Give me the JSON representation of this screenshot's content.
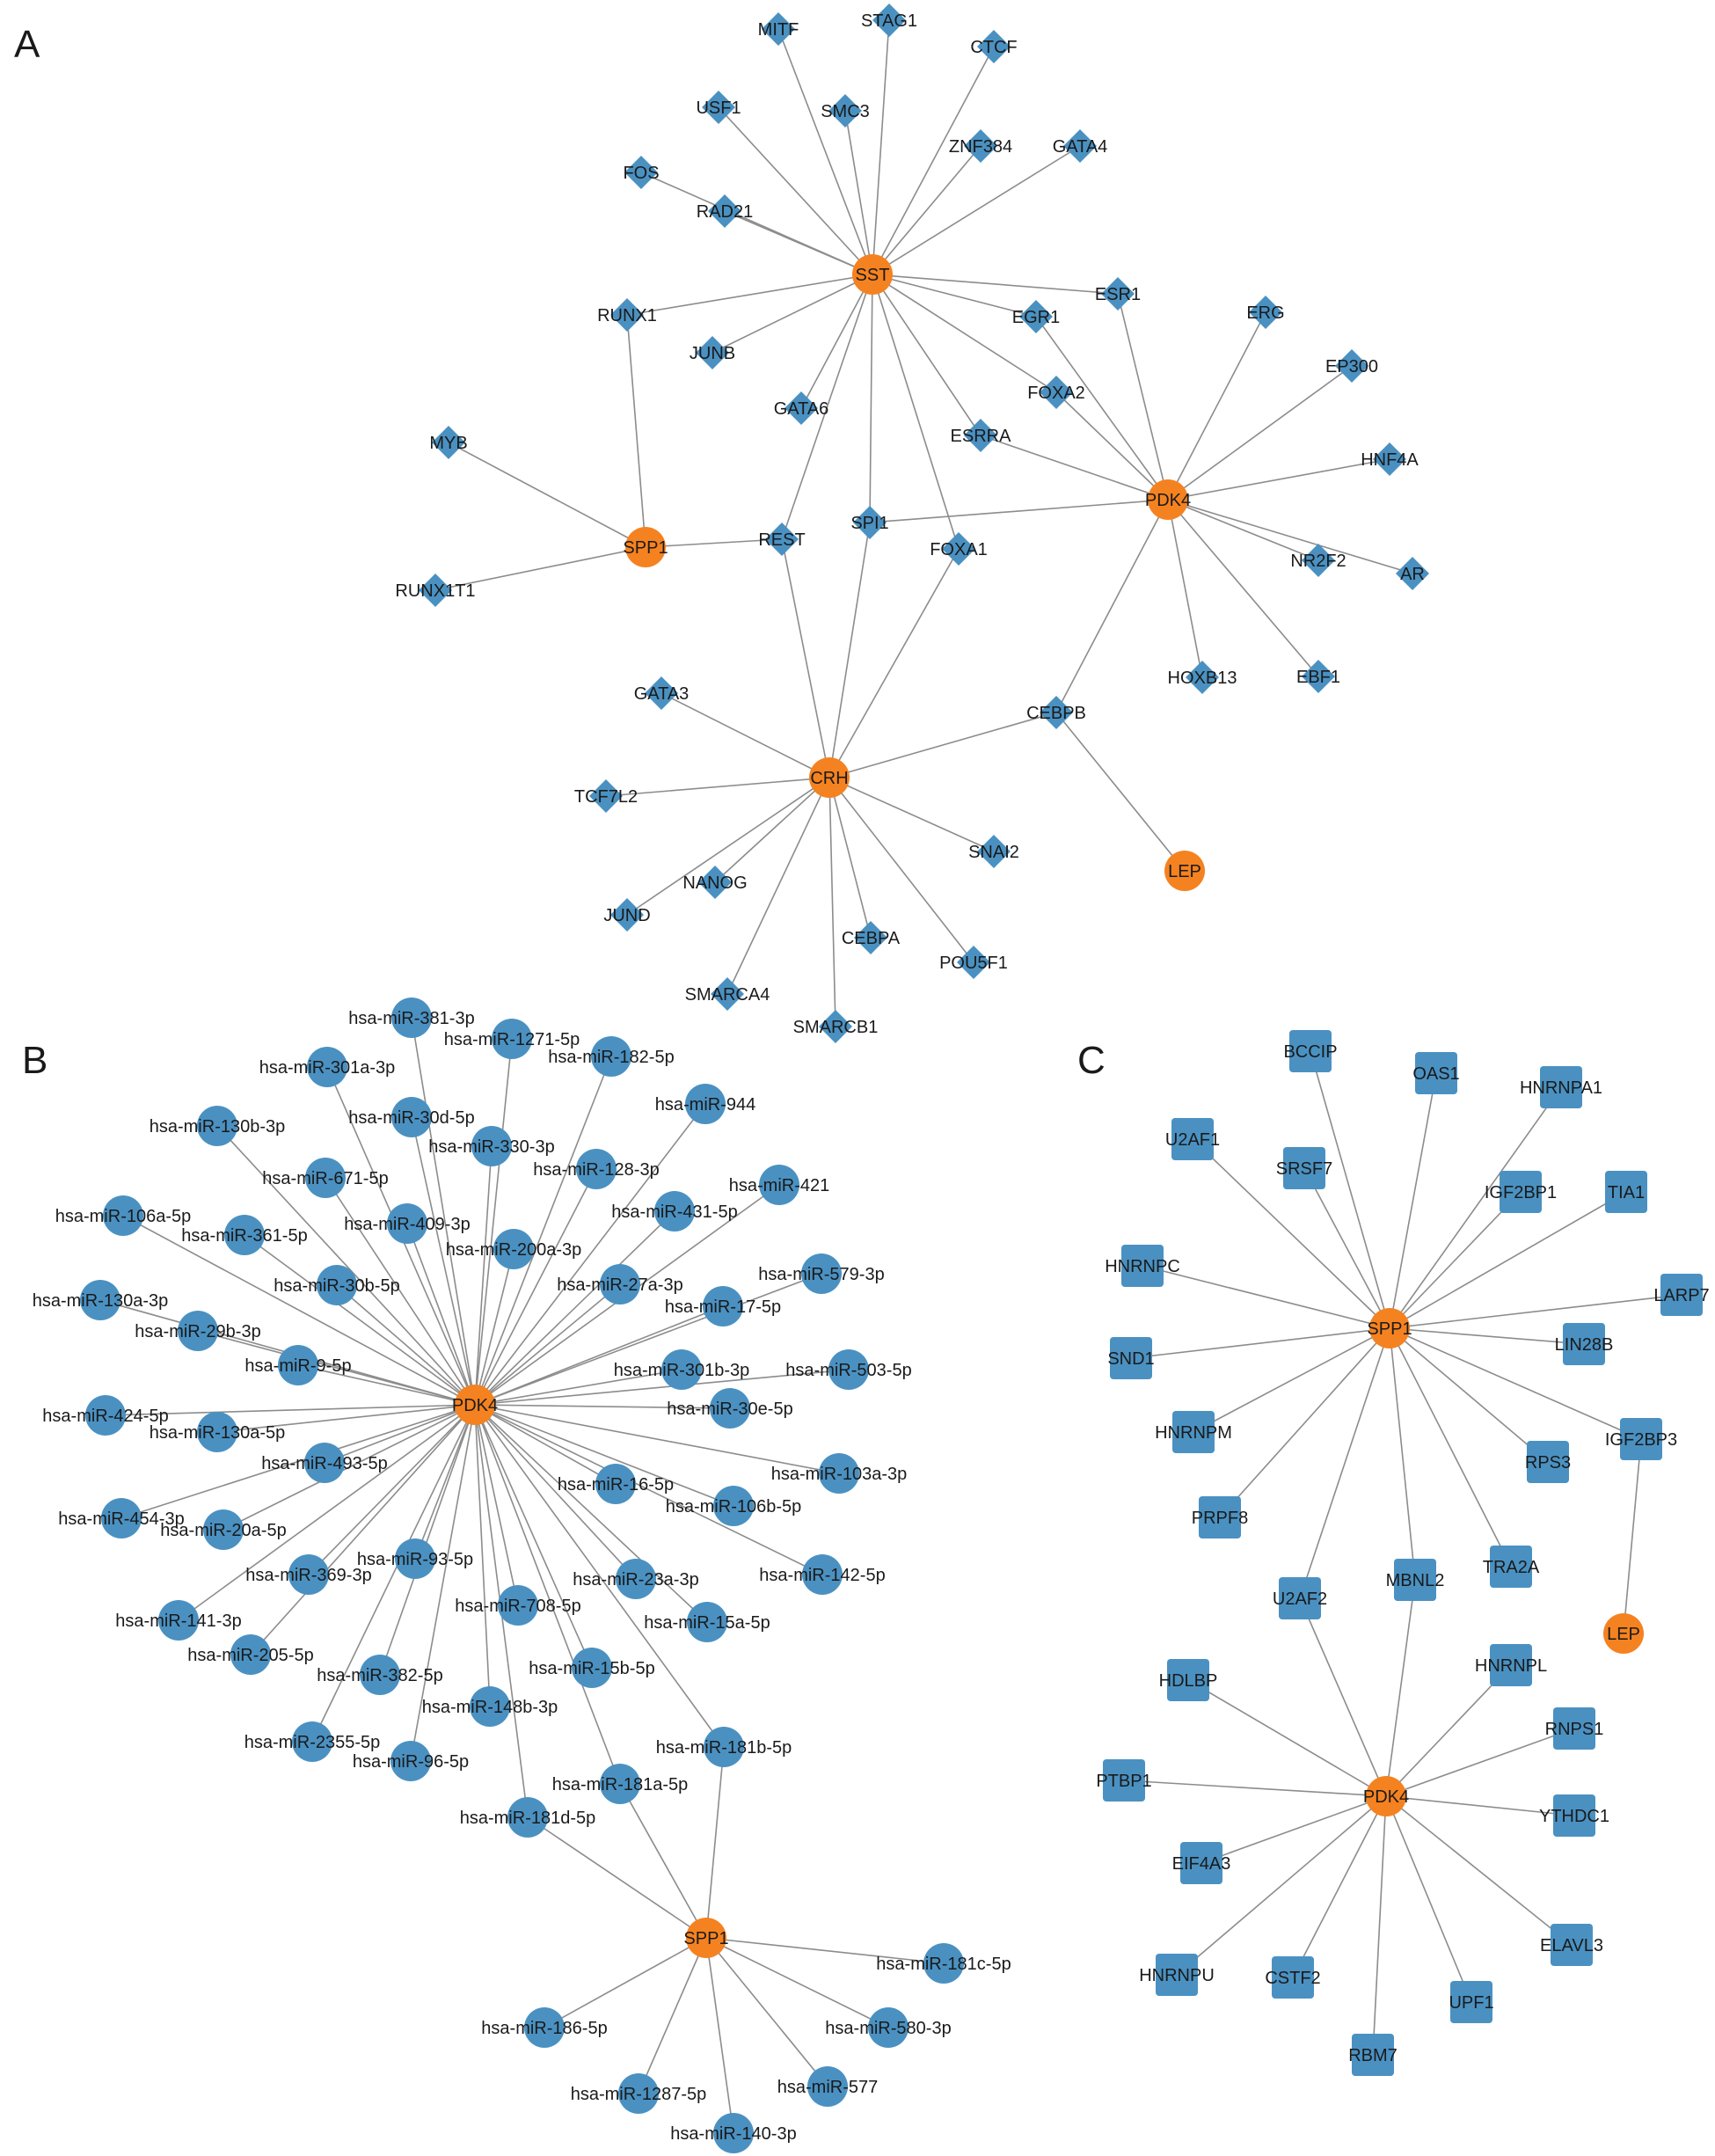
{
  "colors": {
    "gene": "#f58220",
    "factor": "#4a91c2",
    "edge": "#8c8c8c",
    "text": "#1a1a1a"
  },
  "panels": [
    {
      "id": "A",
      "label": "A",
      "shape": "diamond",
      "genes": [
        "SST",
        "PDK4",
        "SPP1",
        "CRH",
        "LEP"
      ],
      "factors": [
        "MITF",
        "STAG1",
        "CTCF",
        "USF1",
        "SMC3",
        "ZNF384",
        "GATA4",
        "FOS",
        "RAD21",
        "RUNX1",
        "JUNB",
        "EGR1",
        "ESR1",
        "ERG",
        "EP300",
        "FOXA2",
        "GATA6",
        "ESRRA",
        "HNF4A",
        "MYB",
        "REST",
        "SPI1",
        "FOXA1",
        "NR2F2",
        "AR",
        "RUNX1T1",
        "GATA3",
        "CEBPB",
        "HOXB13",
        "EBF1",
        "TCF7L2",
        "SNAI2",
        "NANOG",
        "JUND",
        "CEBPA",
        "POU5F1",
        "SMARCA4",
        "SMARCB1"
      ],
      "edges": [
        [
          "SST",
          "MITF"
        ],
        [
          "SST",
          "STAG1"
        ],
        [
          "SST",
          "CTCF"
        ],
        [
          "SST",
          "USF1"
        ],
        [
          "SST",
          "SMC3"
        ],
        [
          "SST",
          "ZNF384"
        ],
        [
          "SST",
          "GATA4"
        ],
        [
          "SST",
          "FOS"
        ],
        [
          "SST",
          "RAD21"
        ],
        [
          "SST",
          "RUNX1"
        ],
        [
          "SST",
          "JUNB"
        ],
        [
          "SST",
          "GATA6"
        ],
        [
          "SST",
          "EGR1"
        ],
        [
          "SST",
          "ESR1"
        ],
        [
          "SST",
          "FOXA2"
        ],
        [
          "SST",
          "ESRRA"
        ],
        [
          "SST",
          "REST"
        ],
        [
          "SST",
          "SPI1"
        ],
        [
          "SST",
          "FOXA1"
        ],
        [
          "PDK4",
          "EGR1"
        ],
        [
          "PDK4",
          "ESR1"
        ],
        [
          "PDK4",
          "ERG"
        ],
        [
          "PDK4",
          "EP300"
        ],
        [
          "PDK4",
          "FOXA2"
        ],
        [
          "PDK4",
          "ESRRA"
        ],
        [
          "PDK4",
          "HNF4A"
        ],
        [
          "PDK4",
          "NR2F2"
        ],
        [
          "PDK4",
          "AR"
        ],
        [
          "PDK4",
          "HOXB13"
        ],
        [
          "PDK4",
          "EBF1"
        ],
        [
          "PDK4",
          "CEBPB"
        ],
        [
          "PDK4",
          "SPI1"
        ],
        [
          "SPP1",
          "RUNX1"
        ],
        [
          "SPP1",
          "MYB"
        ],
        [
          "SPP1",
          "RUNX1T1"
        ],
        [
          "SPP1",
          "REST"
        ],
        [
          "CRH",
          "REST"
        ],
        [
          "CRH",
          "SPI1"
        ],
        [
          "CRH",
          "FOXA1"
        ],
        [
          "CRH",
          "GATA3"
        ],
        [
          "CRH",
          "TCF7L2"
        ],
        [
          "CRH",
          "NANOG"
        ],
        [
          "CRH",
          "JUND"
        ],
        [
          "CRH",
          "SMARCA4"
        ],
        [
          "CRH",
          "SMARCB1"
        ],
        [
          "CRH",
          "CEBPA"
        ],
        [
          "CRH",
          "POU5F1"
        ],
        [
          "CRH",
          "SNAI2"
        ],
        [
          "CRH",
          "CEBPB"
        ],
        [
          "LEP",
          "CEBPB"
        ]
      ]
    },
    {
      "id": "B",
      "label": "B",
      "shape": "circle",
      "genes": [
        "PDK4",
        "SPP1"
      ],
      "factors": [
        "hsa-miR-381-3p",
        "hsa-miR-1271-5p",
        "hsa-miR-182-5p",
        "hsa-miR-301a-3p",
        "hsa-miR-944",
        "hsa-miR-30d-5p",
        "hsa-miR-130b-3p",
        "hsa-miR-330-3p",
        "hsa-miR-128-3p",
        "hsa-miR-671-5p",
        "hsa-miR-421",
        "hsa-miR-431-5p",
        "hsa-miR-409-3p",
        "hsa-miR-106a-5p",
        "hsa-miR-361-5p",
        "hsa-miR-200a-3p",
        "hsa-miR-579-3p",
        "hsa-miR-30b-5p",
        "hsa-miR-27a-3p",
        "hsa-miR-130a-3p",
        "hsa-miR-17-5p",
        "hsa-miR-29b-3p",
        "hsa-miR-9-5p",
        "hsa-miR-301b-3p",
        "hsa-miR-503-5p",
        "hsa-miR-424-5p",
        "hsa-miR-30e-5p",
        "hsa-miR-130a-5p",
        "hsa-miR-493-5p",
        "hsa-miR-103a-3p",
        "hsa-miR-16-5p",
        "hsa-miR-454-3p",
        "hsa-miR-106b-5p",
        "hsa-miR-20a-5p",
        "hsa-miR-93-5p",
        "hsa-miR-369-3p",
        "hsa-miR-23a-3p",
        "hsa-miR-142-5p",
        "hsa-miR-708-5p",
        "hsa-miR-141-3p",
        "hsa-miR-15a-5p",
        "hsa-miR-205-5p",
        "hsa-miR-382-5p",
        "hsa-miR-15b-5p",
        "hsa-miR-148b-3p",
        "hsa-miR-2355-5p",
        "hsa-miR-181b-5p",
        "hsa-miR-96-5p",
        "hsa-miR-181a-5p",
        "hsa-miR-181d-5p",
        "hsa-miR-181c-5p",
        "hsa-miR-580-3p",
        "hsa-miR-186-5p",
        "hsa-miR-577",
        "hsa-miR-1287-5p",
        "hsa-miR-140-3p"
      ],
      "edges": [
        [
          "PDK4",
          "hsa-miR-381-3p"
        ],
        [
          "PDK4",
          "hsa-miR-1271-5p"
        ],
        [
          "PDK4",
          "hsa-miR-182-5p"
        ],
        [
          "PDK4",
          "hsa-miR-301a-3p"
        ],
        [
          "PDK4",
          "hsa-miR-944"
        ],
        [
          "PDK4",
          "hsa-miR-30d-5p"
        ],
        [
          "PDK4",
          "hsa-miR-130b-3p"
        ],
        [
          "PDK4",
          "hsa-miR-330-3p"
        ],
        [
          "PDK4",
          "hsa-miR-128-3p"
        ],
        [
          "PDK4",
          "hsa-miR-671-5p"
        ],
        [
          "PDK4",
          "hsa-miR-421"
        ],
        [
          "PDK4",
          "hsa-miR-431-5p"
        ],
        [
          "PDK4",
          "hsa-miR-409-3p"
        ],
        [
          "PDK4",
          "hsa-miR-106a-5p"
        ],
        [
          "PDK4",
          "hsa-miR-361-5p"
        ],
        [
          "PDK4",
          "hsa-miR-200a-3p"
        ],
        [
          "PDK4",
          "hsa-miR-579-3p"
        ],
        [
          "PDK4",
          "hsa-miR-30b-5p"
        ],
        [
          "PDK4",
          "hsa-miR-27a-3p"
        ],
        [
          "PDK4",
          "hsa-miR-130a-3p"
        ],
        [
          "PDK4",
          "hsa-miR-17-5p"
        ],
        [
          "PDK4",
          "hsa-miR-29b-3p"
        ],
        [
          "PDK4",
          "hsa-miR-9-5p"
        ],
        [
          "PDK4",
          "hsa-miR-301b-3p"
        ],
        [
          "PDK4",
          "hsa-miR-503-5p"
        ],
        [
          "PDK4",
          "hsa-miR-424-5p"
        ],
        [
          "PDK4",
          "hsa-miR-30e-5p"
        ],
        [
          "PDK4",
          "hsa-miR-130a-5p"
        ],
        [
          "PDK4",
          "hsa-miR-493-5p"
        ],
        [
          "PDK4",
          "hsa-miR-103a-3p"
        ],
        [
          "PDK4",
          "hsa-miR-16-5p"
        ],
        [
          "PDK4",
          "hsa-miR-454-3p"
        ],
        [
          "PDK4",
          "hsa-miR-106b-5p"
        ],
        [
          "PDK4",
          "hsa-miR-20a-5p"
        ],
        [
          "PDK4",
          "hsa-miR-93-5p"
        ],
        [
          "PDK4",
          "hsa-miR-369-3p"
        ],
        [
          "PDK4",
          "hsa-miR-23a-3p"
        ],
        [
          "PDK4",
          "hsa-miR-142-5p"
        ],
        [
          "PDK4",
          "hsa-miR-708-5p"
        ],
        [
          "PDK4",
          "hsa-miR-141-3p"
        ],
        [
          "PDK4",
          "hsa-miR-15a-5p"
        ],
        [
          "PDK4",
          "hsa-miR-205-5p"
        ],
        [
          "PDK4",
          "hsa-miR-382-5p"
        ],
        [
          "PDK4",
          "hsa-miR-15b-5p"
        ],
        [
          "PDK4",
          "hsa-miR-148b-3p"
        ],
        [
          "PDK4",
          "hsa-miR-2355-5p"
        ],
        [
          "PDK4",
          "hsa-miR-181b-5p"
        ],
        [
          "PDK4",
          "hsa-miR-96-5p"
        ],
        [
          "PDK4",
          "hsa-miR-181a-5p"
        ],
        [
          "PDK4",
          "hsa-miR-181d-5p"
        ],
        [
          "SPP1",
          "hsa-miR-181b-5p"
        ],
        [
          "SPP1",
          "hsa-miR-181a-5p"
        ],
        [
          "SPP1",
          "hsa-miR-181d-5p"
        ],
        [
          "SPP1",
          "hsa-miR-181c-5p"
        ],
        [
          "SPP1",
          "hsa-miR-580-3p"
        ],
        [
          "SPP1",
          "hsa-miR-186-5p"
        ],
        [
          "SPP1",
          "hsa-miR-577"
        ],
        [
          "SPP1",
          "hsa-miR-1287-5p"
        ],
        [
          "SPP1",
          "hsa-miR-140-3p"
        ]
      ]
    },
    {
      "id": "C",
      "label": "C",
      "shape": "square",
      "genes": [
        "SPP1",
        "PDK4",
        "LEP"
      ],
      "factors": [
        "BCCIP",
        "OAS1",
        "HNRNPA1",
        "U2AF1",
        "SRSF7",
        "IGF2BP1",
        "TIA1",
        "HNRNPC",
        "LARP7",
        "SND1",
        "LIN28B",
        "HNRNPM",
        "IGF2BP3",
        "RPS3",
        "PRPF8",
        "TRA2A",
        "U2AF2",
        "MBNL2",
        "HDLBP",
        "HNRNPL",
        "RNPS1",
        "PTBP1",
        "YTHDC1",
        "EIF4A3",
        "ELAVL3",
        "HNRNPU",
        "CSTF2",
        "UPF1",
        "RBM7"
      ],
      "edges": [
        [
          "SPP1",
          "BCCIP"
        ],
        [
          "SPP1",
          "OAS1"
        ],
        [
          "SPP1",
          "HNRNPA1"
        ],
        [
          "SPP1",
          "U2AF1"
        ],
        [
          "SPP1",
          "SRSF7"
        ],
        [
          "SPP1",
          "IGF2BP1"
        ],
        [
          "SPP1",
          "TIA1"
        ],
        [
          "SPP1",
          "HNRNPC"
        ],
        [
          "SPP1",
          "LARP7"
        ],
        [
          "SPP1",
          "SND1"
        ],
        [
          "SPP1",
          "LIN28B"
        ],
        [
          "SPP1",
          "HNRNPM"
        ],
        [
          "SPP1",
          "IGF2BP3"
        ],
        [
          "SPP1",
          "RPS3"
        ],
        [
          "SPP1",
          "PRPF8"
        ],
        [
          "SPP1",
          "TRA2A"
        ],
        [
          "SPP1",
          "U2AF2"
        ],
        [
          "SPP1",
          "MBNL2"
        ],
        [
          "LEP",
          "IGF2BP3"
        ],
        [
          "PDK4",
          "U2AF2"
        ],
        [
          "PDK4",
          "MBNL2"
        ],
        [
          "PDK4",
          "HDLBP"
        ],
        [
          "PDK4",
          "HNRNPL"
        ],
        [
          "PDK4",
          "RNPS1"
        ],
        [
          "PDK4",
          "PTBP1"
        ],
        [
          "PDK4",
          "YTHDC1"
        ],
        [
          "PDK4",
          "EIF4A3"
        ],
        [
          "PDK4",
          "ELAVL3"
        ],
        [
          "PDK4",
          "HNRNPU"
        ],
        [
          "PDK4",
          "CSTF2"
        ],
        [
          "PDK4",
          "UPF1"
        ],
        [
          "PDK4",
          "RBM7"
        ]
      ]
    }
  ]
}
